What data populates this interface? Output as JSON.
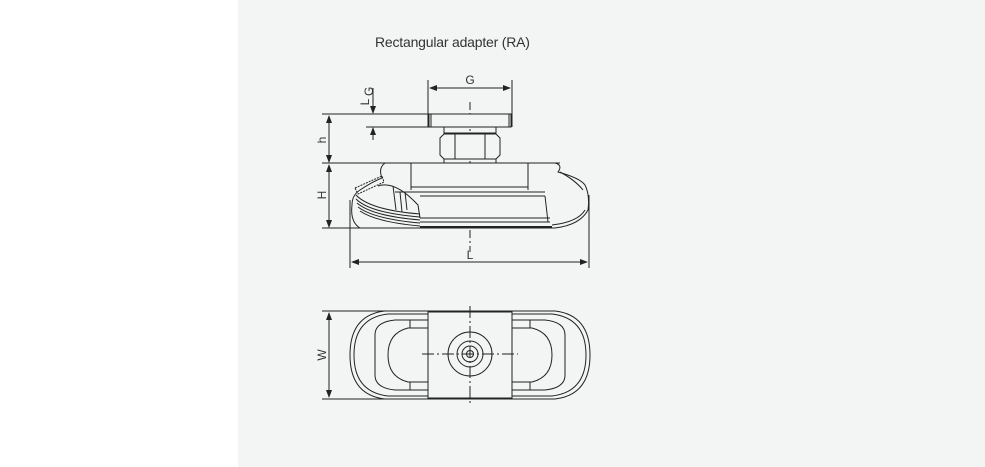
{
  "figure": {
    "title": "Rectangular adapter (RA)",
    "views": {
      "side_view": {
        "dimensions": {
          "G": "G",
          "Lg": "L",
          "Lg_sub": "G",
          "h": "h",
          "H": "H",
          "L": "L"
        }
      },
      "top_view": {
        "dimensions": {
          "W": "W"
        }
      }
    },
    "colors": {
      "panel_background": "#f3f4f4",
      "page_background": "#ffffff",
      "line": "#222222"
    }
  }
}
